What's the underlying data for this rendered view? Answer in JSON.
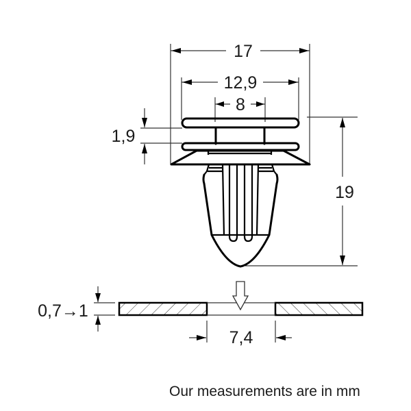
{
  "diagram": {
    "title": "Trim panel retaining clip dimensions",
    "dimensions": {
      "overall_width": "17",
      "head_width": "12,9",
      "stem_width": "8",
      "head_gap": "1,9",
      "height": "19",
      "panel_thickness": "0,7→1",
      "hole_diameter": "7,4"
    },
    "colors": {
      "line": "#000000",
      "dimension_line": "#333333",
      "text": "#1a1a1a",
      "background": "#ffffff"
    }
  },
  "footer": {
    "note": "Our measurements are in mm"
  }
}
